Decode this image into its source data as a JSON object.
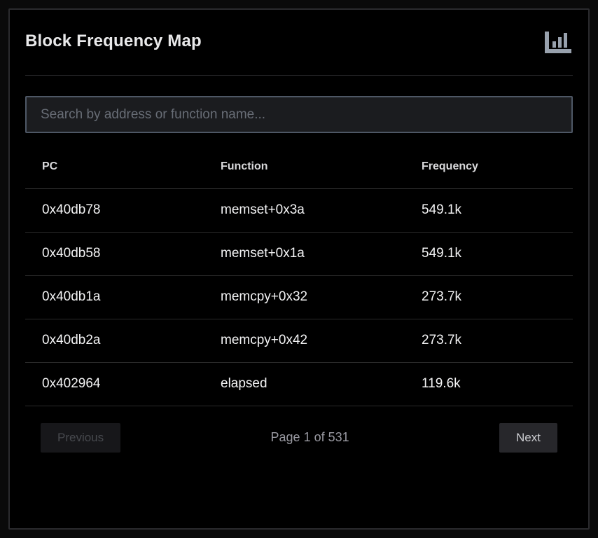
{
  "header": {
    "title": "Block Frequency Map",
    "icon": "bar-chart-icon"
  },
  "search": {
    "placeholder": "Search by address or function name...",
    "value": ""
  },
  "table": {
    "columns": [
      "PC",
      "Function",
      "Frequency"
    ],
    "rows": [
      {
        "pc": "0x40db78",
        "function": "memset+0x3a",
        "frequency": "549.1k"
      },
      {
        "pc": "0x40db58",
        "function": "memset+0x1a",
        "frequency": "549.1k"
      },
      {
        "pc": "0x40db1a",
        "function": "memcpy+0x32",
        "frequency": "273.7k"
      },
      {
        "pc": "0x40db2a",
        "function": "memcpy+0x42",
        "frequency": "273.7k"
      },
      {
        "pc": "0x402964",
        "function": "elapsed",
        "frequency": "119.6k"
      }
    ]
  },
  "pagination": {
    "previous_label": "Previous",
    "page_text": "Page 1 of 531",
    "next_label": "Next"
  },
  "colors": {
    "card_background": "#000000",
    "card_border": "#2b2b2e",
    "search_border": "#4e5765",
    "icon": "#98a1ad",
    "row_divider": "#2a2a2a",
    "cell_text": "#f3f3f4"
  }
}
